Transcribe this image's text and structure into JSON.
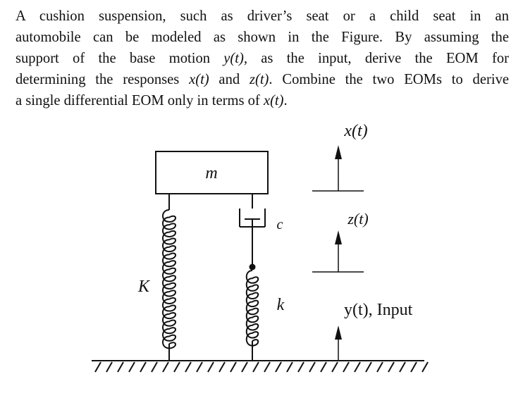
{
  "problem": {
    "line1": {
      "t1": "A cushion suspension, such as driver’s seat or a child seat in an"
    },
    "line2": {
      "t1": "automobile can be modeled as shown in the Figure. By assuming the"
    },
    "line3": {
      "t1": "support of the base motion ",
      "m1": "y(t),",
      "t2": " as the input, derive the EOM for"
    },
    "line4": {
      "t1": "determining the responses ",
      "m1": "x(t)",
      "t2": " and ",
      "m2": "z(t)",
      "t3": ". Combine the two EOMs to derive"
    },
    "line5": {
      "t1": "a single differential EOM only in terms of ",
      "m1": "x(t)",
      "t2": "."
    }
  },
  "figure": {
    "mass_label": "m",
    "spring_big_label": "K",
    "damper_label": "c",
    "spring_small_label": "k",
    "x_label": "x(t)",
    "z_label": "z(t)",
    "y_label": "y(t), Input"
  }
}
